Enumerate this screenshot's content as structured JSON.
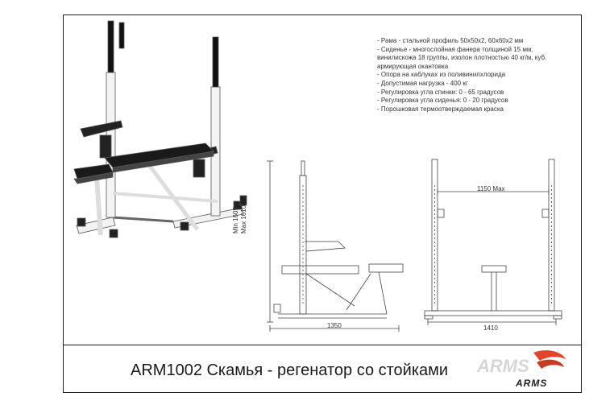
{
  "specs": [
    "- Рама - стальной профиль 50х50х2, 60х60х2 мм",
    "- Сиденье - многослойная фанера толщиной 15 мм,",
    "винилискожа 18 группы, изолон плотностью 40 кг/м, куб.",
    "армирующая окантовка",
    "- Опора на каблуках из поливинилхлорида",
    "- Допустимая нагрузка - 400 кг",
    "- Регулировка угла спинки: 0 - 65 градусов",
    "- Регулировка угла сиденья: 0 - 20 градусов",
    "- Порошковая термоотверждаемая краска"
  ],
  "title": "ARM1002 Скамья - регенатор со стойками",
  "logo": {
    "text": "ARMS",
    "accent": "#e2452b"
  },
  "dimensions": {
    "height_min": "Min 1605",
    "height_max": "Max 1610",
    "length": "1350",
    "width_inner": "1150 Max",
    "width_total": "1410"
  }
}
